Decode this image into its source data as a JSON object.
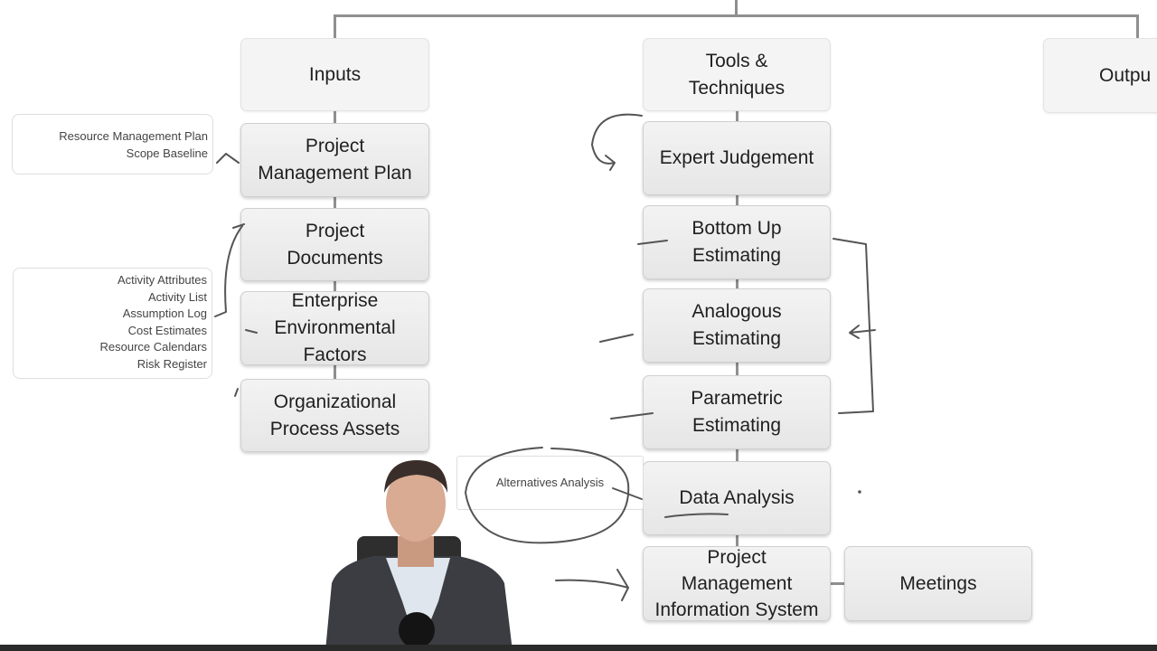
{
  "columns": {
    "inputs": "Inputs",
    "tools": "Tools &\nTechniques",
    "outputs": "Outpu"
  },
  "inputs": [
    "Project\nManagement Plan",
    "Project\nDocuments",
    "Enterprise\nEnvironmental\nFactors",
    "Organizational\nProcess Assets"
  ],
  "tools": [
    "Expert Judgement",
    "Bottom Up\nEstimating",
    "Analogous\nEstimating",
    "Parametric\nEstimating",
    "Data Analysis",
    "Project\nManagement\nInformation System"
  ],
  "side_tool": "Meetings",
  "callouts": {
    "pmp": [
      "Resource Management Plan",
      "Scope Baseline"
    ],
    "documents": [
      "Activity Attributes",
      "Activity List",
      "Assumption Log",
      "Cost Estimates",
      "Resource Calendars",
      "Risk Register"
    ],
    "data_analysis": "Alternatives Analysis"
  },
  "colors": {
    "box_fill": "#eaeaea",
    "box_border": "#cfcfcf",
    "ink": "#555555"
  }
}
